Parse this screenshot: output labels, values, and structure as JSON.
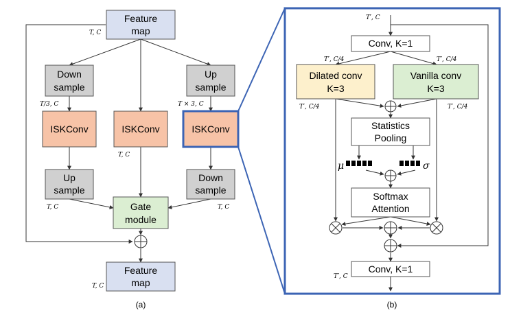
{
  "colors": {
    "feature_map": "#d9e0f1",
    "sample": "#d0d0d0",
    "iskconv": "#f7c3a7",
    "gate": "#dbeed2",
    "dilated": "#fdf0cc",
    "vanilla": "#dbeed2",
    "white_box": "#ffffff",
    "highlight": "#3c64b4"
  },
  "panel_a": {
    "feature_map_top": [
      "Feature",
      "map"
    ],
    "down_sample_left": [
      "Down",
      "sample"
    ],
    "up_sample_right": [
      "Up",
      "sample"
    ],
    "iskconv_left": "ISKConv",
    "iskconv_mid": "ISKConv",
    "iskconv_right": "ISKConv",
    "up_sample_left": [
      "Up",
      "sample"
    ],
    "down_sample_right": [
      "Down",
      "sample"
    ],
    "gate_module": [
      "Gate",
      "module"
    ],
    "feature_map_bottom": [
      "Feature",
      "map"
    ],
    "labels": {
      "top_tc": "T, C",
      "t3c": "T/3, C",
      "tx3c": "T × 3, C",
      "mid_tc": "T, C",
      "left_tc": "T, C",
      "right_tc": "T, C",
      "bottom_tc": "T, C"
    },
    "caption": "(a)"
  },
  "panel_b": {
    "input_label": "T′, C",
    "conv_top": "Conv, K=1",
    "left_split": "T′, C/4",
    "right_split": "T′, C/4",
    "dilated": [
      "Dilated conv",
      "K=3"
    ],
    "vanilla": [
      "Vanilla conv",
      "K=3"
    ],
    "left_out": "T′, C/4",
    "right_out": "T′, C/4",
    "stats_pooling": [
      "Statistics",
      "Pooling"
    ],
    "mu": "μ",
    "sigma": "σ",
    "softmax": [
      "Softmax",
      "Attention"
    ],
    "conv_bottom": "Conv, K=1",
    "output_label": "T′, C",
    "caption": "(b)"
  }
}
